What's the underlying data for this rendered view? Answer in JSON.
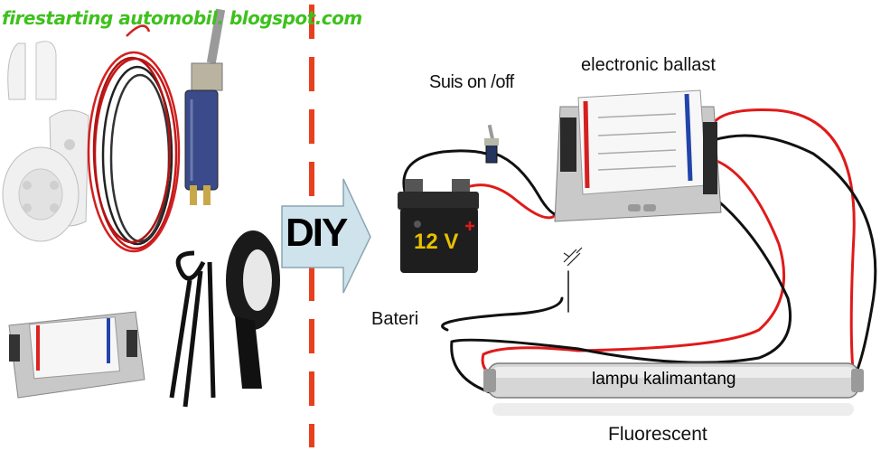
{
  "watermark": "firestarting automobil. blogspot.com",
  "arrow_label": "DIY",
  "labels": {
    "switch": "Suis on /off",
    "ballast": "electronic ballast",
    "battery": "Bateri",
    "fluorescent": "Fluorescent",
    "tube_text": "lampu kalimantang",
    "battery_voltage": "12 V"
  },
  "colors": {
    "wire_red": "#e01a1a",
    "wire_black": "#111111",
    "divider": "#e8401e",
    "watermark": "#3ec11d",
    "arrow_fill": "#cfe3ec"
  }
}
